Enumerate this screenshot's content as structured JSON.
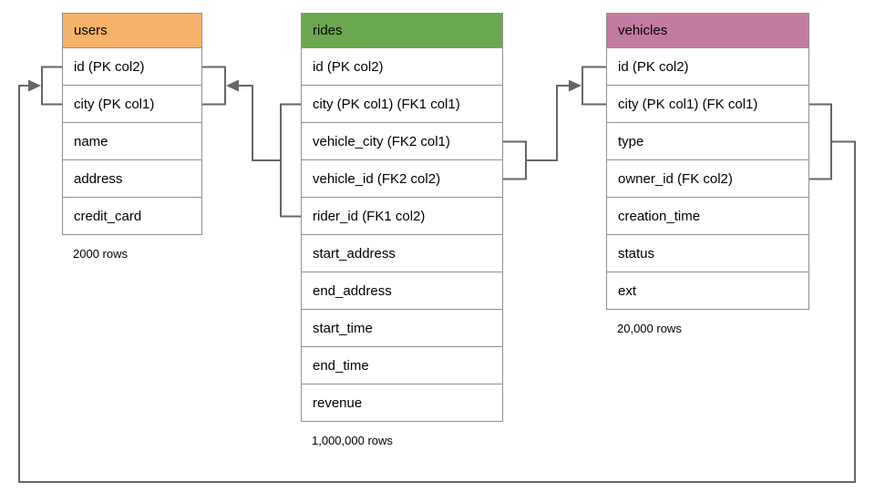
{
  "diagram": {
    "kind": "database-schema",
    "line_color": "#666666",
    "border_color": "#8f8f8f",
    "tables": [
      {
        "name": "users",
        "header_color": "#F6B26B",
        "columns": [
          "id (PK col2)",
          "city (PK col1)",
          "name",
          "address",
          "credit_card"
        ],
        "row_count": "2000 rows"
      },
      {
        "name": "rides",
        "header_color": "#6AA84F",
        "columns": [
          "id (PK col2)",
          "city (PK col1) (FK1 col1)",
          "vehicle_city (FK2 col1)",
          "vehicle_id (FK2 col2)",
          "rider_id (FK1 col2)",
          "start_address",
          "end_address",
          "start_time",
          "end_time",
          "revenue"
        ],
        "row_count": "1,000,000 rows"
      },
      {
        "name": "vehicles",
        "header_color": "#C27BA0",
        "columns": [
          "id (PK col2)",
          "city (PK col1) (FK col1)",
          "type",
          "owner_id (FK col2)",
          "creation_time",
          "status",
          "ext"
        ],
        "row_count": "20,000 rows"
      }
    ],
    "relationships": [
      {
        "name": "FK1",
        "from": "rides (city, rider_id)",
        "to": "users (id, city)"
      },
      {
        "name": "FK2",
        "from": "rides (vehicle_city, vehicle_id)",
        "to": "vehicles (id, city)"
      },
      {
        "name": "FK",
        "from": "vehicles (city, owner_id)",
        "to": "users (id, city)"
      }
    ]
  }
}
